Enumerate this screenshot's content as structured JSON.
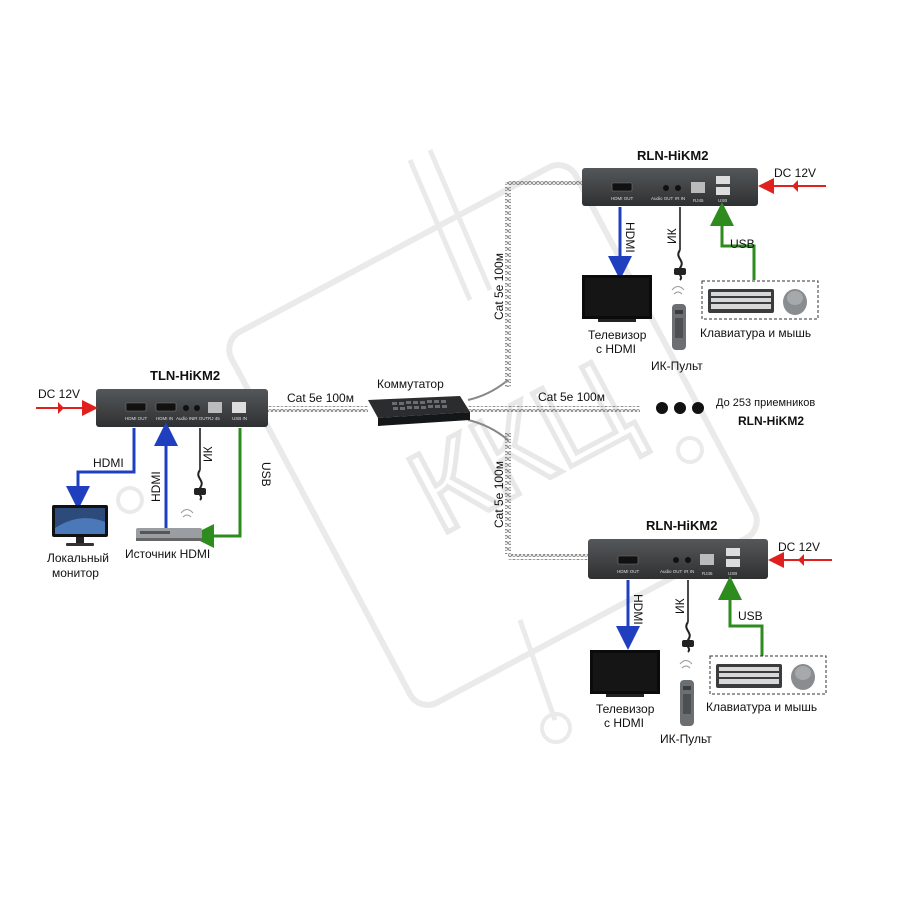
{
  "devices": {
    "transmitter": {
      "title": "TLN-HiKM2",
      "power": "DC 12V",
      "ports": [
        "HDMI OUT",
        "HDMI IN",
        "Audio IN",
        "IR OUT",
        "RJ 45",
        "USB IN"
      ]
    },
    "receiver_top": {
      "title": "RLN-HiKM2",
      "power": "DC 12V",
      "ports": [
        "HDMI OUT",
        "Audio OUT",
        "IR IN",
        "RJ45",
        "USB"
      ]
    },
    "receiver_bottom": {
      "title": "RLN-HiKM2",
      "power": "DC 12V",
      "ports": [
        "HDMI OUT",
        "Audio OUT",
        "IR IN",
        "RJ45",
        "USB"
      ]
    },
    "switch": {
      "title": "Коммутатор"
    }
  },
  "links": {
    "cat_switch": "Cat 5e 100м",
    "cat_right": "Cat 5e 100м",
    "cat_up": "Cat 5e 100м",
    "cat_down": "Cat 5e 100м",
    "hdmi": "HDMI",
    "ir": "ИК",
    "usb": "USB"
  },
  "peripherals": {
    "local_monitor_line1": "Локальный",
    "local_monitor_line2": "монитор",
    "hdmi_source": "Источник HDMI",
    "tv_line1": "Телевизор",
    "tv_line2": "с HDMI",
    "remote": "ИК-Пульт",
    "kbd_mouse": "Клавиатура и мышь"
  },
  "expansion": {
    "note": "До 253 приемников",
    "model": "RLN-HiKM2"
  },
  "watermark": "ККЦ",
  "colors": {
    "hdmi": "#1f3fbf",
    "usb": "#2e8b1e",
    "ir": "#4a4a4a",
    "power": "#e0201e",
    "device": "#3b3e3c",
    "cable": "#8a8a8a"
  }
}
